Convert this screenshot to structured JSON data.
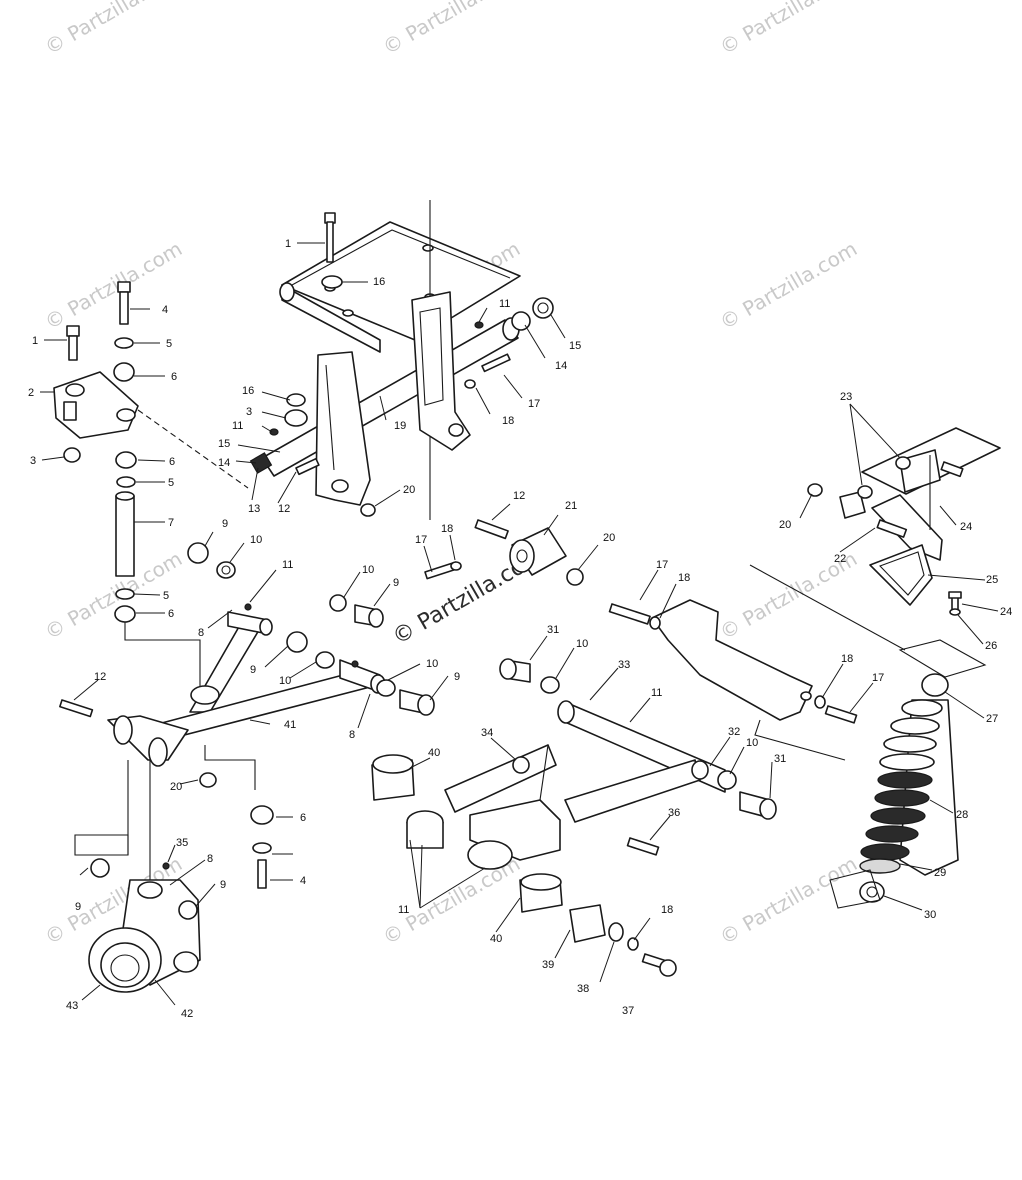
{
  "watermark": {
    "text": "© Partzilla.com"
  },
  "callouts": {
    "c1a": "1",
    "c1b": "1",
    "c2": "2",
    "c3a": "3",
    "c3b": "3",
    "c4a": "4",
    "c4b": "4",
    "c5a": "5",
    "c5b": "5",
    "c5c": "5",
    "c6a": "6",
    "c6b": "6",
    "c6c": "6",
    "c6d": "6",
    "c7": "7",
    "c8a": "8",
    "c8b": "8",
    "c8c": "8",
    "c9a": "9",
    "c9b": "9",
    "c9c": "9",
    "c9d": "9",
    "c9e": "9",
    "c9f": "9",
    "c10a": "10",
    "c10b": "10",
    "c10c": "10",
    "c10d": "10",
    "c10e": "10",
    "c10f": "10",
    "c11a": "11",
    "c11b": "11",
    "c11c": "11",
    "c11d": "11",
    "c11e": "11",
    "c12a": "12",
    "c12b": "12",
    "c12c": "12",
    "c13": "13",
    "c14a": "14",
    "c14b": "14",
    "c15a": "15",
    "c15b": "15",
    "c16a": "16",
    "c16b": "16",
    "c17a": "17",
    "c17b": "17",
    "c17c": "17",
    "c17d": "17",
    "c18a": "18",
    "c18b": "18",
    "c18c": "18",
    "c18d": "18",
    "c18e": "18",
    "c19": "19",
    "c20a": "20",
    "c20b": "20",
    "c20c": "20",
    "c20d": "20",
    "c21": "21",
    "c22": "22",
    "c23": "23",
    "c24a": "24",
    "c24b": "24",
    "c25": "25",
    "c26": "26",
    "c27": "27",
    "c28": "28",
    "c29": "29",
    "c30": "30",
    "c31a": "31",
    "c31b": "31",
    "c32": "32",
    "c33": "33",
    "c34": "34",
    "c35": "35",
    "c36": "36",
    "c37": "37",
    "c38": "38",
    "c39": "39",
    "c40a": "40",
    "c40b": "40",
    "c41": "41",
    "c42": "42",
    "c43": "43"
  }
}
